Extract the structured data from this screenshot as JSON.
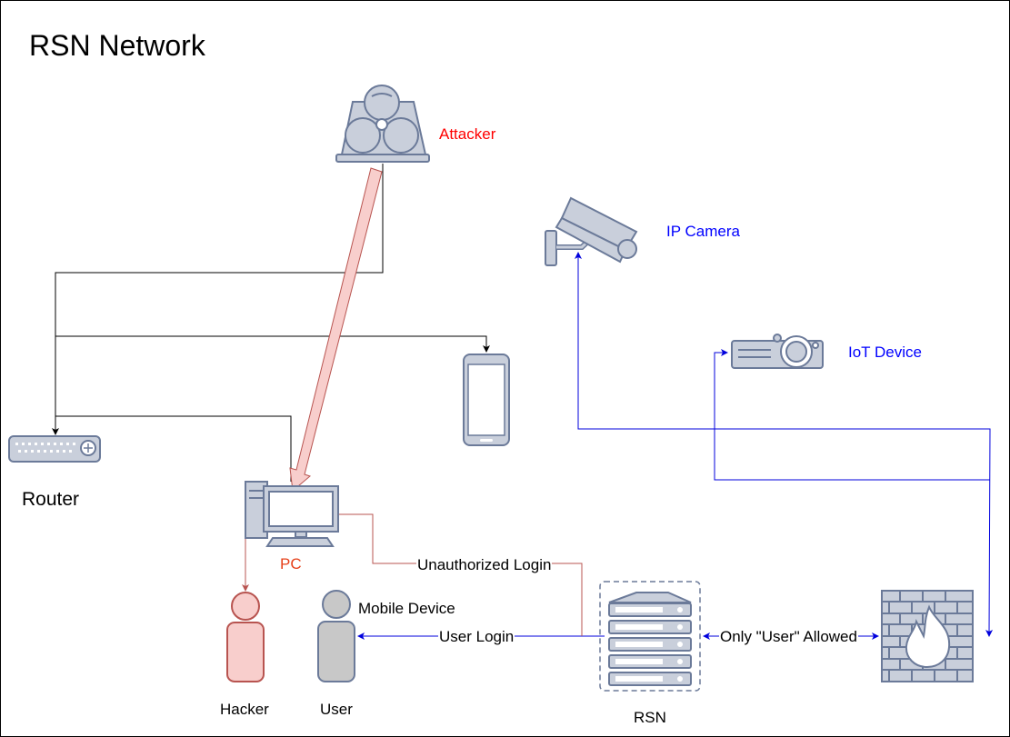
{
  "title": "RSN Network",
  "nodes": {
    "attacker": {
      "label": "Attacker",
      "icon": "biohazard-laptop-icon"
    },
    "ip_camera": {
      "label": "IP Camera",
      "icon": "security-camera-icon"
    },
    "iot_device": {
      "label": "IoT Device",
      "icon": "projector-icon"
    },
    "router": {
      "label": "Router",
      "icon": "router-icon"
    },
    "mobile": {
      "label": "",
      "icon": "smartphone-icon"
    },
    "pc": {
      "label": "PC",
      "icon": "desktop-computer-icon"
    },
    "hacker": {
      "label": "Hacker",
      "icon": "person-icon"
    },
    "user": {
      "label": "User",
      "icon": "person-icon"
    },
    "user_device_note": {
      "label": "Mobile Device"
    },
    "rsn": {
      "label": "RSN",
      "icon": "server-rack-icon"
    },
    "firewall": {
      "label": "",
      "icon": "firewall-icon"
    }
  },
  "edges": {
    "unauthorized_login": {
      "label": "Unauthorized Login"
    },
    "user_login": {
      "label": "User Login"
    },
    "only_user_allowed": {
      "label": "Only \"User\" Allowed"
    }
  },
  "colors": {
    "red_text": "#ff0000",
    "orange_text": "#e6401a",
    "blue_text": "#0000ff",
    "blue_line": "#0000dd",
    "red_line": "#b85450",
    "icon_fill": "#c9cfdb",
    "icon_stroke": "#6b7a99",
    "hacker_fill": "#f8cecc",
    "user_fill": "#c8c8c8",
    "attack_arrow": "#f8cecc"
  }
}
